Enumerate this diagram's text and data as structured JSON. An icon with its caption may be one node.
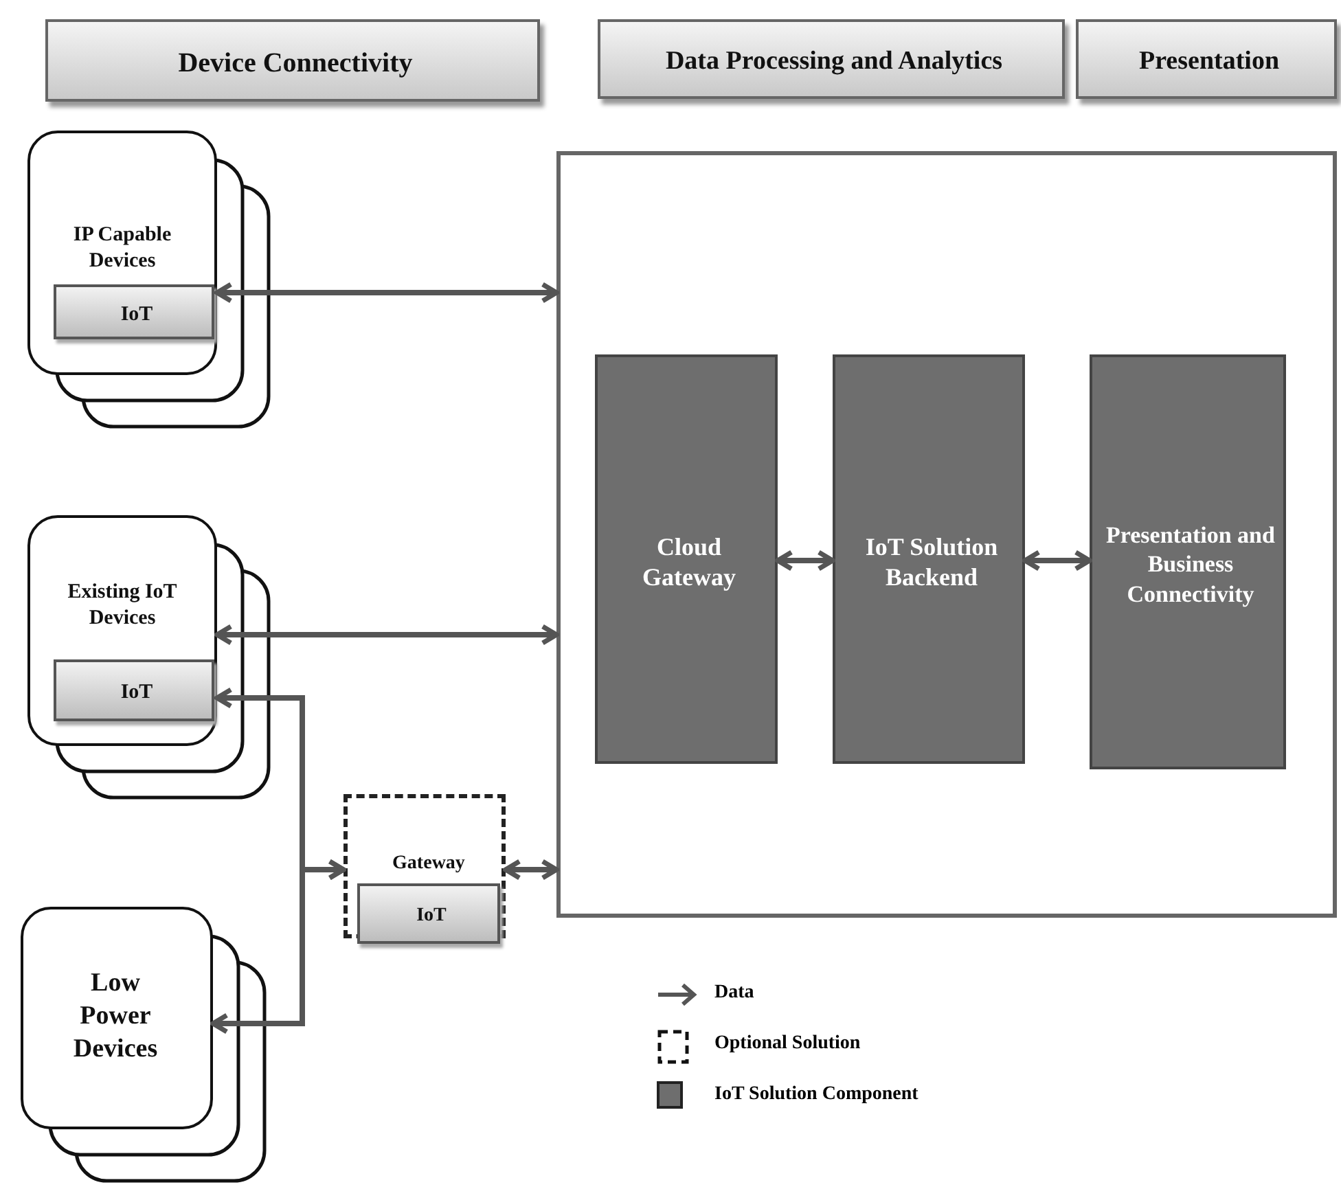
{
  "diagram": {
    "nodes": [
      {
        "text": [
          "Device Connectivity"
        ]
      },
      {
        "text": [
          "Data Processing and Analytics"
        ]
      },
      {
        "text": [
          "Presentation"
        ]
      },
      {
        "text": [
          "IP Capable Devices"
        ]
      },
      {
        "text": [
          "IoT"
        ],
        "in": 3
      },
      {
        "text": [
          "Existing IoT Devices"
        ]
      },
      {
        "text": [
          "IoT"
        ],
        "in": 5
      },
      {
        "text": [
          "Low Power Devices"
        ]
      },
      {
        "text": [
          "Gateway"
        ]
      },
      {
        "text": [
          "IoT"
        ],
        "in": 8
      },
      {
        "text": [],
        "shape": "box"
      },
      {
        "text": [
          "Cloud Gateway"
        ],
        "in": 10
      },
      {
        "text": [
          "IoT Solution Backend"
        ],
        "in": 10
      },
      {
        "text": [
          "Presentation and Business Connectivity"
        ],
        "in": 10
      }
    ],
    "edges": [
      {
        "from": 3,
        "to": 10,
        "arrow": "both"
      },
      {
        "from": 5,
        "to": 10,
        "arrow": "both"
      },
      {
        "from": 5,
        "to": 8,
        "arrow": "both"
      },
      {
        "from": 7,
        "to": 8,
        "arrow": "both"
      },
      {
        "from": 8,
        "to": 10,
        "arrow": "both"
      },
      {
        "from": 11,
        "to": 12,
        "arrow": "both"
      },
      {
        "from": 12,
        "to": 13,
        "arrow": "both"
      }
    ],
    "legend": [
      {
        "text": "Data"
      },
      {
        "text": "Optional Solution"
      },
      {
        "text": "IoT Solution Component",
        "color": "#6e6e6e"
      }
    ]
  }
}
